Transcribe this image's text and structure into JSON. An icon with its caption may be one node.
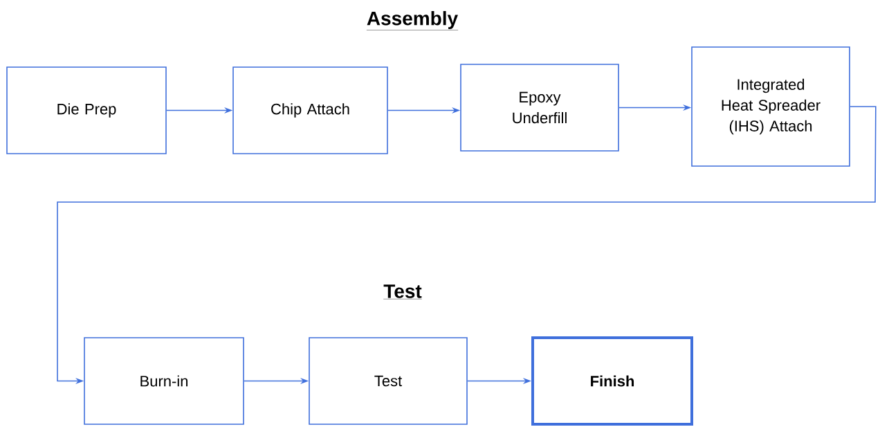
{
  "diagram": {
    "title": "Assembly",
    "nodes": [
      {
        "text": [
          "Die Prep"
        ]
      },
      {
        "text": [
          "Chip Attach"
        ]
      },
      {
        "text": [
          "Epoxy Underfill"
        ]
      },
      {
        "text": [
          "Integrated Heat Spreader (IHS) Attach"
        ]
      },
      {
        "text": [
          "Burn-in"
        ]
      },
      {
        "text": [
          "Test"
        ]
      },
      {
        "text": [
          "Finish"
        ]
      }
    ],
    "edges": [
      {
        "from": 0,
        "to": 1,
        "arrow": "to"
      },
      {
        "from": 1,
        "to": 2,
        "arrow": "to"
      },
      {
        "from": 2,
        "to": 3,
        "arrow": "to"
      },
      {
        "from": 3,
        "to": 4,
        "arrow": "to"
      },
      {
        "from": 4,
        "to": 5,
        "arrow": "to"
      },
      {
        "from": 5,
        "to": 6,
        "arrow": "to"
      }
    ],
    "labels": [
      "Test"
    ]
  }
}
